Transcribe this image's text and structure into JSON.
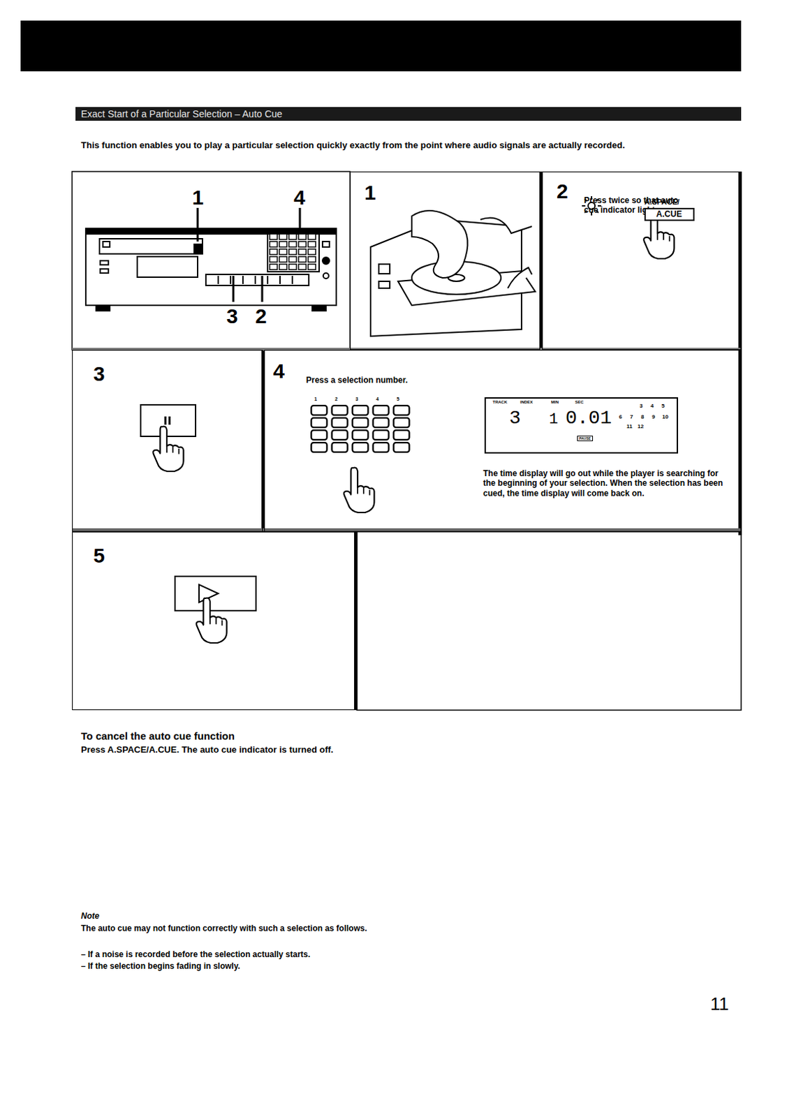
{
  "diagram": {
    "title": "Exact Start of a Particular Selection – Auto Cue",
    "nodes": [
      {
        "text": [
          "1"
        ]
      },
      {
        "text": [
          "2",
          "Press twice so that auto cue indicator lights up."
        ]
      },
      {
        "text": [
          "A.SPACE/",
          "A.CUE"
        ],
        "in": 1
      },
      {
        "text": [
          "3"
        ]
      },
      {
        "text": [
          "4",
          "Press a selection number.",
          "The time display will go out while the player is searching for the beginning of your selection. When the selection has been cued, the time display will come back on."
        ]
      },
      {
        "text": [
          "TRACK",
          "INDEX",
          "MIN",
          "SEC",
          "3",
          "1",
          "0.01",
          "3",
          "4",
          "5",
          "6",
          "7",
          "8",
          "9",
          "10",
          "11",
          "12",
          "PAUSE"
        ],
        "in": 4
      },
      {
        "text": [
          "5"
        ]
      }
    ],
    "labels": [
      "This function enables you to play a particular selection quickly exactly from the point where audio signals are actually recorded.",
      "1",
      "4",
      "3",
      "2",
      "1",
      "2",
      "3",
      "4",
      "5",
      "To cancel the auto cue function",
      "Press A.SPACE/A.CUE. The auto cue indicator is turned off.",
      "Note",
      "The auto cue may not function correctly with such a selection as follows.",
      "– If a noise is recorded before the selection actually starts.",
      "– If the selection begins fading in slowly.",
      "11"
    ]
  }
}
